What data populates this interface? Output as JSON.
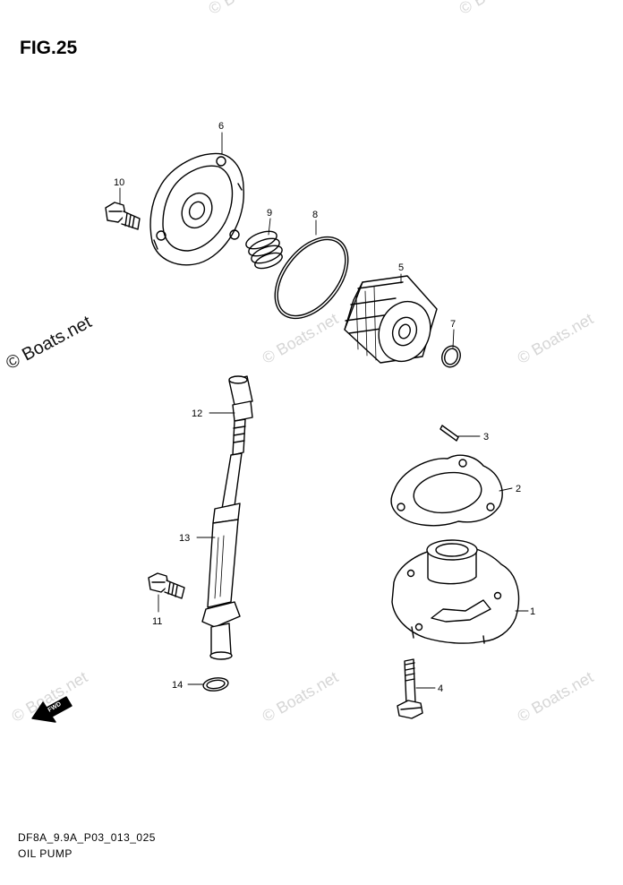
{
  "figure": {
    "title": "FIG.25",
    "code": "DF8A_9.9A_P03_013_025",
    "name": "OIL PUMP"
  },
  "watermark": {
    "main": "© Boats.net",
    "faint": "© Boats.net"
  },
  "fwd_label": "FWD",
  "callouts": [
    {
      "id": "c1",
      "label": "1",
      "part": "oil pump body"
    },
    {
      "id": "c2",
      "label": "2",
      "part": "gasket"
    },
    {
      "id": "c3",
      "label": "3",
      "part": "pin"
    },
    {
      "id": "c4",
      "label": "4",
      "part": "bolt"
    },
    {
      "id": "c5",
      "label": "5",
      "part": "oil filter"
    },
    {
      "id": "c6",
      "label": "6",
      "part": "filter cover"
    },
    {
      "id": "c7",
      "label": "7",
      "part": "o-ring small"
    },
    {
      "id": "c8",
      "label": "8",
      "part": "o-ring large"
    },
    {
      "id": "c9",
      "label": "9",
      "part": "spring"
    },
    {
      "id": "c10",
      "label": "10",
      "part": "bolt"
    },
    {
      "id": "c11",
      "label": "11",
      "part": "bolt"
    },
    {
      "id": "c12",
      "label": "12",
      "part": "fitting"
    },
    {
      "id": "c13",
      "label": "13",
      "part": "pipe"
    },
    {
      "id": "c14",
      "label": "14",
      "part": "o-ring"
    }
  ]
}
